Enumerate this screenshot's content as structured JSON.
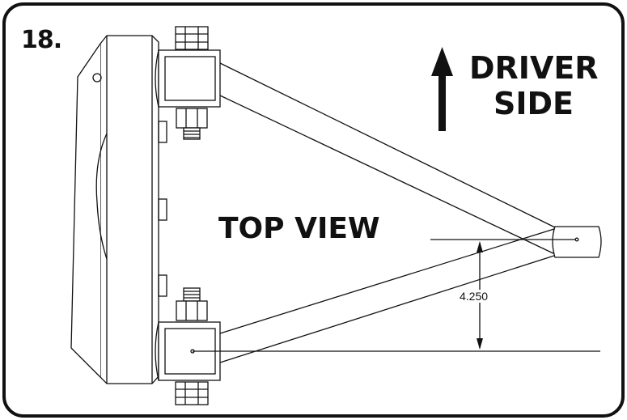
{
  "step": {
    "number": "18."
  },
  "direction": {
    "line1": "DRIVER",
    "line2": "SIDE",
    "icon": "arrow-up-icon"
  },
  "view": {
    "label": "TOP VIEW"
  },
  "dimension": {
    "value": "4.250"
  },
  "colors": {
    "ink": "#111111",
    "background": "#ffffff"
  }
}
